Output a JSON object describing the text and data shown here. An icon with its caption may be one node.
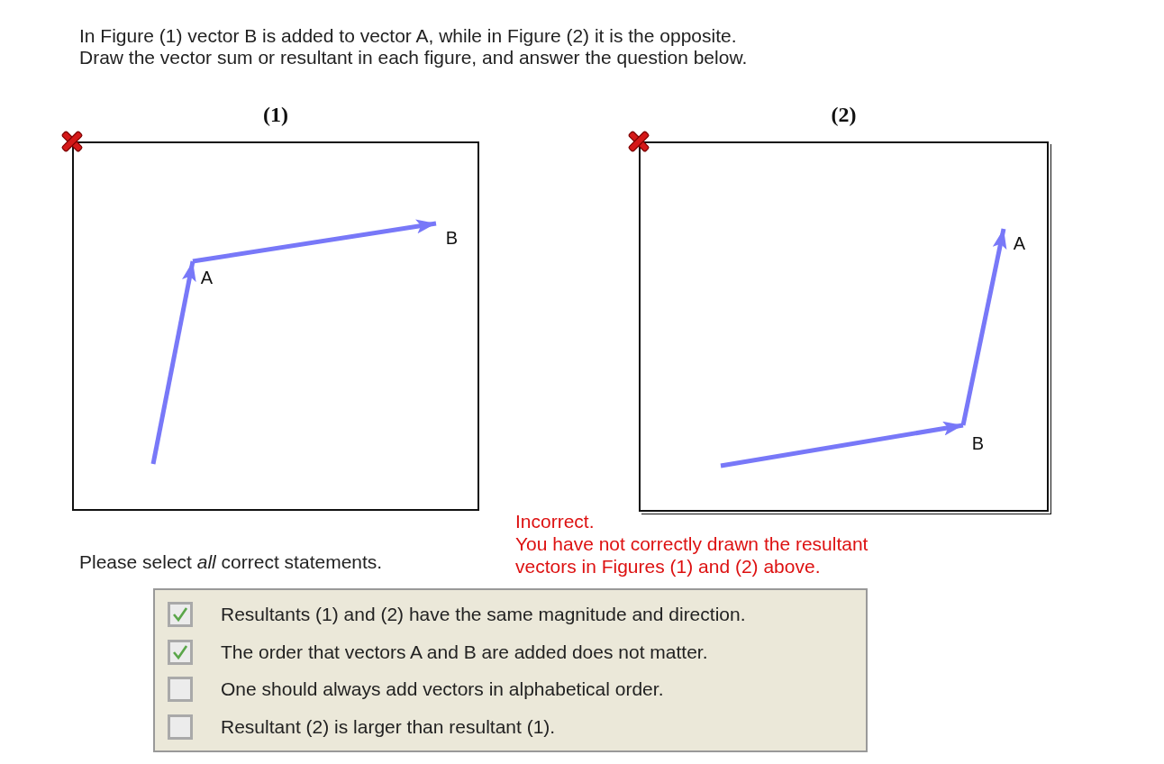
{
  "diagram": {
    "nodes": [
      {
        "text": [
          "(1)"
        ]
      },
      {
        "text": [
          "A"
        ],
        "in": 0
      },
      {
        "text": [
          "B"
        ],
        "in": 0
      },
      {
        "text": [
          "(2)"
        ]
      },
      {
        "text": [
          "B"
        ],
        "in": 3
      },
      {
        "text": [
          "A"
        ],
        "in": 3
      }
    ],
    "edges": [
      {
        "from": null,
        "to": 1,
        "arrow": "to"
      },
      {
        "from": 1,
        "to": 2,
        "arrow": "to"
      },
      {
        "from": null,
        "to": 4,
        "arrow": "to"
      },
      {
        "from": 4,
        "to": 5,
        "arrow": "to"
      }
    ],
    "labels": [
      "In Figure (1) vector B is added to vector A, while in Figure (2) it is the opposite.",
      "Draw the vector sum or resultant in each figure, and answer the question below.",
      "Please select *all* correct statements.",
      "Incorrect.",
      "You have not correctly drawn the resultant vectors in Figures (1) and (2) above.",
      "Resultants (1) and (2) have the same magnitude and direction.",
      "The order that vectors A and B are added does not matter.",
      "One should always add vectors in alphabetical order.",
      "Resultant (2) is larger than resultant (1)."
    ]
  }
}
